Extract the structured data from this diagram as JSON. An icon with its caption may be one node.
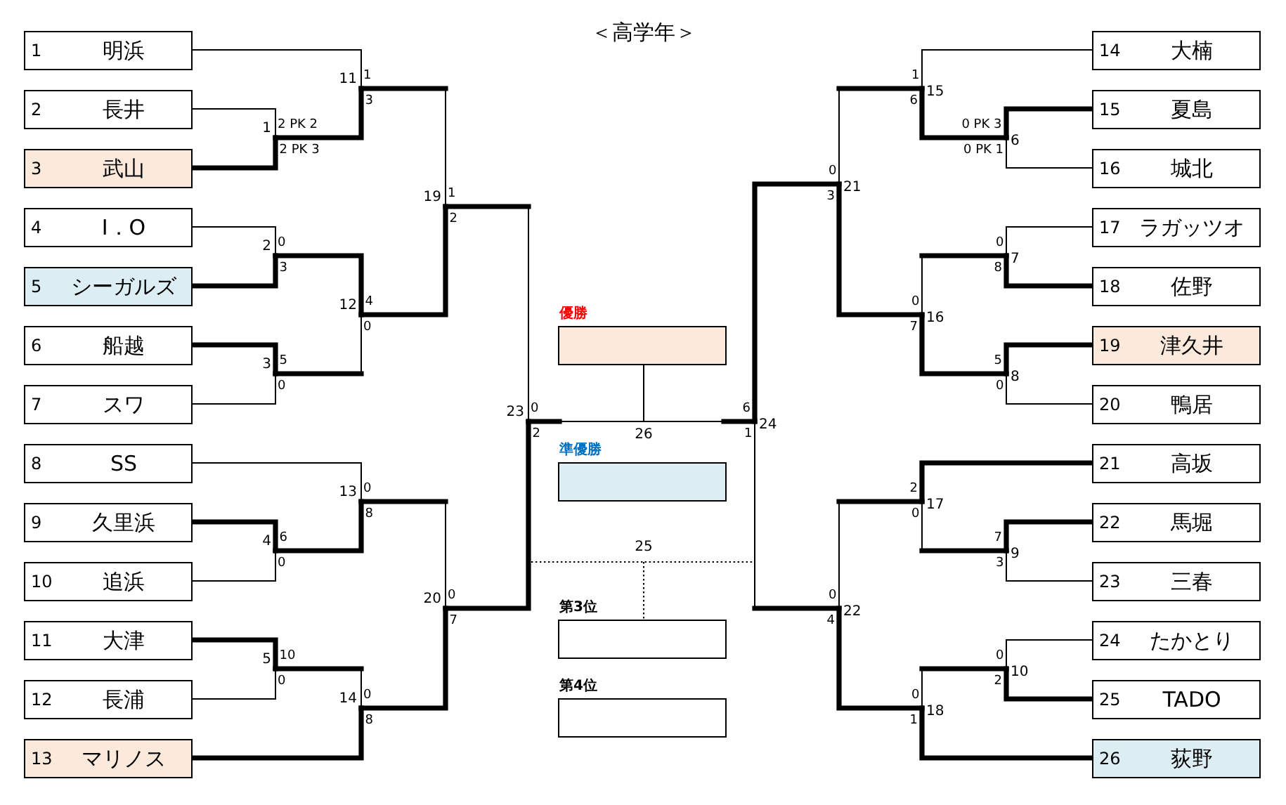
{
  "diagram": {
    "title": "＜高学年＞",
    "nodes": [
      {
        "text": [
          "1",
          "明浜"
        ]
      },
      {
        "text": [
          "2",
          "長井"
        ]
      },
      {
        "text": [
          "3",
          "武山"
        ]
      },
      {
        "text": [
          "4",
          "I．O"
        ]
      },
      {
        "text": [
          "5",
          "シーガルズ"
        ]
      },
      {
        "text": [
          "6",
          "船越"
        ]
      },
      {
        "text": [
          "7",
          "スワ"
        ]
      },
      {
        "text": [
          "8",
          "SS"
        ]
      },
      {
        "text": [
          "9",
          "久里浜"
        ]
      },
      {
        "text": [
          "10",
          "追浜"
        ]
      },
      {
        "text": [
          "11",
          "大津"
        ]
      },
      {
        "text": [
          "12",
          "長浦"
        ]
      },
      {
        "text": [
          "13",
          "マリノス"
        ]
      },
      {
        "text": [
          "14",
          "大楠"
        ]
      },
      {
        "text": [
          "15",
          "夏島"
        ]
      },
      {
        "text": [
          "16",
          "城北"
        ]
      },
      {
        "text": [
          "17",
          "ラガッツオ"
        ]
      },
      {
        "text": [
          "18",
          "佐野"
        ]
      },
      {
        "text": [
          "19",
          "津久井"
        ]
      },
      {
        "text": [
          "20",
          "鴨居"
        ]
      },
      {
        "text": [
          "21",
          "高坂"
        ]
      },
      {
        "text": [
          "22",
          "馬堀"
        ]
      },
      {
        "text": [
          "23",
          "三春"
        ]
      },
      {
        "text": [
          "24",
          "たかとり"
        ]
      },
      {
        "text": [
          "25",
          "TADO"
        ]
      },
      {
        "text": [
          "26",
          "荻野"
        ]
      },
      {
        "text": [
          "優勝"
        ]
      },
      {
        "text": [
          "準優勝"
        ]
      },
      {
        "text": [
          "第3位"
        ]
      },
      {
        "text": [
          "第4位"
        ]
      },
      {
        "text": [
          "1"
        ]
      },
      {
        "text": [
          "2"
        ]
      },
      {
        "text": [
          "3"
        ]
      },
      {
        "text": [
          "4"
        ]
      },
      {
        "text": [
          "5"
        ]
      },
      {
        "text": [
          "6"
        ]
      },
      {
        "text": [
          "7"
        ]
      },
      {
        "text": [
          "8"
        ]
      },
      {
        "text": [
          "9"
        ]
      },
      {
        "text": [
          "10"
        ]
      },
      {
        "text": [
          "11"
        ]
      },
      {
        "text": [
          "12"
        ]
      },
      {
        "text": [
          "13"
        ]
      },
      {
        "text": [
          "14"
        ]
      },
      {
        "text": [
          "15"
        ]
      },
      {
        "text": [
          "16"
        ]
      },
      {
        "text": [
          "17"
        ]
      },
      {
        "text": [
          "18"
        ]
      },
      {
        "text": [
          "19"
        ]
      },
      {
        "text": [
          "20"
        ]
      },
      {
        "text": [
          "21"
        ]
      },
      {
        "text": [
          "22"
        ]
      },
      {
        "text": [
          "23"
        ]
      },
      {
        "text": [
          "24"
        ]
      },
      {
        "text": [
          "25"
        ]
      },
      {
        "text": [
          "26"
        ]
      }
    ],
    "edges": [
      {
        "from": 1,
        "to": 30,
        "arrow": "none",
        "label": "2 PK 2"
      },
      {
        "from": 2,
        "to": 30,
        "arrow": "none",
        "label": "2 PK 3",
        "style": "thick"
      },
      {
        "from": 0,
        "to": 40,
        "arrow": "none",
        "label": "1"
      },
      {
        "from": 30,
        "to": 40,
        "arrow": "none",
        "label": "3",
        "style": "thick"
      },
      {
        "from": 3,
        "to": 31,
        "arrow": "none",
        "label": "0"
      },
      {
        "from": 4,
        "to": 31,
        "arrow": "none",
        "label": "3",
        "style": "thick"
      },
      {
        "from": 5,
        "to": 32,
        "arrow": "none",
        "label": "5",
        "style": "thick"
      },
      {
        "from": 6,
        "to": 32,
        "arrow": "none",
        "label": "0"
      },
      {
        "from": 31,
        "to": 41,
        "arrow": "none",
        "label": "4",
        "style": "thick"
      },
      {
        "from": 32,
        "to": 41,
        "arrow": "none",
        "label": "0"
      },
      {
        "from": 40,
        "to": 48,
        "arrow": "none",
        "label": "1"
      },
      {
        "from": 41,
        "to": 48,
        "arrow": "none",
        "label": "2",
        "style": "thick"
      },
      {
        "from": 8,
        "to": 33,
        "arrow": "none",
        "label": "6",
        "style": "thick"
      },
      {
        "from": 9,
        "to": 33,
        "arrow": "none",
        "label": "0"
      },
      {
        "from": 7,
        "to": 42,
        "arrow": "none",
        "label": "0"
      },
      {
        "from": 33,
        "to": 42,
        "arrow": "none",
        "label": "8",
        "style": "thick"
      },
      {
        "from": 10,
        "to": 34,
        "arrow": "none",
        "label": "10",
        "style": "thick"
      },
      {
        "from": 11,
        "to": 34,
        "arrow": "none",
        "label": "0"
      },
      {
        "from": 34,
        "to": 43,
        "arrow": "none",
        "label": "0"
      },
      {
        "from": 12,
        "to": 43,
        "arrow": "none",
        "label": "8",
        "style": "thick"
      },
      {
        "from": 42,
        "to": 49,
        "arrow": "none",
        "label": "0"
      },
      {
        "from": 43,
        "to": 49,
        "arrow": "none",
        "label": "7",
        "style": "thick"
      },
      {
        "from": 48,
        "to": 52,
        "arrow": "none",
        "label": "0"
      },
      {
        "from": 49,
        "to": 52,
        "arrow": "none",
        "label": "2",
        "style": "thick"
      },
      {
        "from": 14,
        "to": 35,
        "arrow": "none",
        "label": "0 PK 3",
        "style": "thick"
      },
      {
        "from": 15,
        "to": 35,
        "arrow": "none",
        "label": "0 PK 1"
      },
      {
        "from": 13,
        "to": 44,
        "arrow": "none",
        "label": "1"
      },
      {
        "from": 35,
        "to": 44,
        "arrow": "none",
        "label": "6",
        "style": "thick"
      },
      {
        "from": 16,
        "to": 36,
        "arrow": "none",
        "label": "0"
      },
      {
        "from": 17,
        "to": 36,
        "arrow": "none",
        "label": "8",
        "style": "thick"
      },
      {
        "from": 18,
        "to": 37,
        "arrow": "none",
        "label": "5",
        "style": "thick"
      },
      {
        "from": 19,
        "to": 37,
        "arrow": "none",
        "label": "0"
      },
      {
        "from": 36,
        "to": 45,
        "arrow": "none",
        "label": "0"
      },
      {
        "from": 37,
        "to": 45,
        "arrow": "none",
        "label": "7",
        "style": "thick"
      },
      {
        "from": 44,
        "to": 50,
        "arrow": "none",
        "label": "0"
      },
      {
        "from": 45,
        "to": 50,
        "arrow": "none",
        "label": "3",
        "style": "thick"
      },
      {
        "from": 21,
        "to": 38,
        "arrow": "none",
        "label": "7",
        "style": "thick"
      },
      {
        "from": 22,
        "to": 38,
        "arrow": "none",
        "label": "3"
      },
      {
        "from": 20,
        "to": 46,
        "arrow": "none",
        "label": "2",
        "style": "thick"
      },
      {
        "from": 38,
        "to": 46,
        "arrow": "none",
        "label": "0"
      },
      {
        "from": 23,
        "to": 39,
        "arrow": "none",
        "label": "0"
      },
      {
        "from": 24,
        "to": 39,
        "arrow": "none",
        "label": "2",
        "style": "thick"
      },
      {
        "from": 39,
        "to": 47,
        "arrow": "none",
        "label": "0"
      },
      {
        "from": 25,
        "to": 47,
        "arrow": "none",
        "label": "1",
        "style": "thick"
      },
      {
        "from": 46,
        "to": 51,
        "arrow": "none",
        "label": "0"
      },
      {
        "from": 47,
        "to": 51,
        "arrow": "none",
        "label": "4",
        "style": "thick"
      },
      {
        "from": 50,
        "to": 53,
        "arrow": "none",
        "label": "6",
        "style": "thick"
      },
      {
        "from": 51,
        "to": 53,
        "arrow": "none",
        "label": "1"
      },
      {
        "from": 52,
        "to": 55,
        "arrow": "none"
      },
      {
        "from": 53,
        "to": 55,
        "arrow": "none"
      },
      {
        "from": 55,
        "to": 26,
        "arrow": "none"
      },
      {
        "from": 52,
        "to": 54,
        "arrow": "none",
        "style": "dashed"
      },
      {
        "from": 53,
        "to": 54,
        "arrow": "none",
        "style": "dashed"
      },
      {
        "from": 54,
        "to": 28,
        "arrow": "none",
        "style": "dashed"
      }
    ]
  }
}
